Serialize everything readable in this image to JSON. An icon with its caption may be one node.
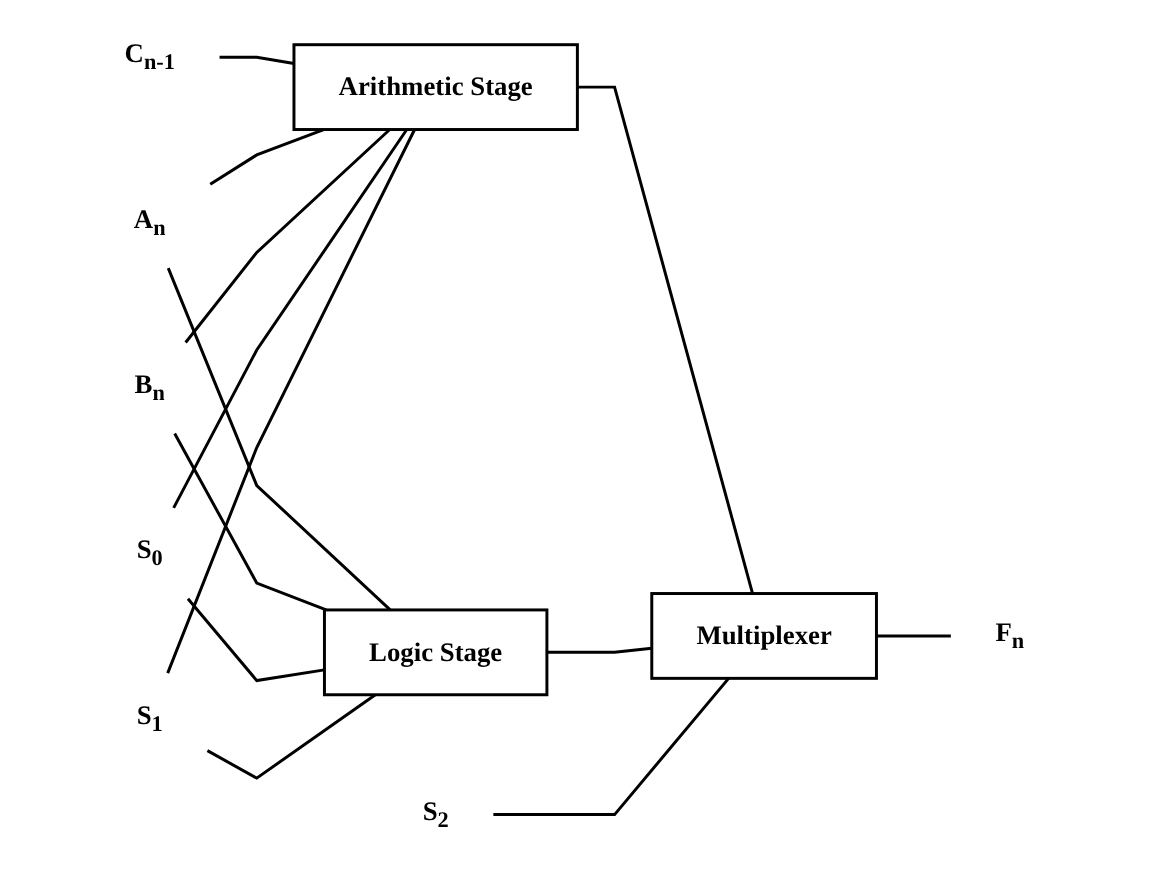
{
  "diagram": {
    "nodes": [
      {
        "text": [
          "C$_{n-1}$"
        ]
      },
      {
        "text": [
          "A$_{n}$"
        ]
      },
      {
        "text": [
          "B$_{n}$"
        ]
      },
      {
        "text": [
          "Arithmetic Stage"
        ]
      },
      {
        "text": [
          "Multiplexer"
        ]
      },
      {
        "text": [
          "F$_{n}$"
        ]
      },
      {
        "text": [
          "Logic Stage"
        ]
      },
      {
        "text": [
          "S$_{0}$"
        ]
      },
      {
        "text": [
          "S$_{1}$"
        ]
      },
      {
        "text": [
          "S$_{2}$"
        ]
      }
    ],
    "edges": [
      {
        "from": 0,
        "to": 3,
        "arrow": "none"
      },
      {
        "from": 1,
        "to": 3,
        "arrow": "none"
      },
      {
        "from": 1,
        "to": 6,
        "arrow": "none"
      },
      {
        "from": 2,
        "to": 3,
        "arrow": "none"
      },
      {
        "from": 2,
        "to": 6,
        "arrow": "none"
      },
      {
        "from": 7,
        "to": 3,
        "arrow": "none"
      },
      {
        "from": 7,
        "to": 6,
        "arrow": "none"
      },
      {
        "from": 8,
        "to": 3,
        "arrow": "none"
      },
      {
        "from": 8,
        "to": 6,
        "arrow": "none"
      },
      {
        "from": 3,
        "to": 4,
        "arrow": "none"
      },
      {
        "from": 6,
        "to": 4,
        "arrow": "none"
      },
      {
        "from": 9,
        "to": 4,
        "arrow": "none"
      },
      {
        "from": 4,
        "to": 5,
        "arrow": "none"
      }
    ]
  }
}
